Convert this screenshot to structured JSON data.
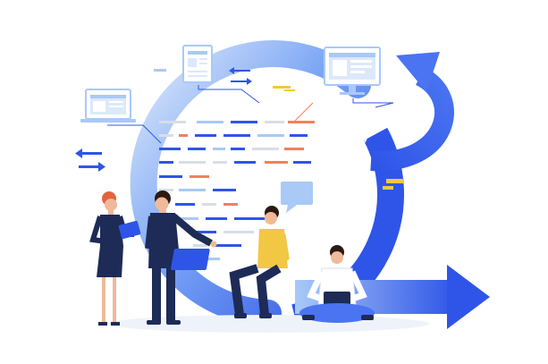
{
  "scene": {
    "palette": {
      "blue_dark": "#2f55e8",
      "blue_mid": "#4a74f2",
      "blue_light": "#a9c9f7",
      "blue_pale": "#dce9fb",
      "orange": "#f2805a",
      "yellow": "#f2c744",
      "gray": "#d9dde5",
      "navy": "#1d2b56",
      "skin": "#f0b99a",
      "hair_dark": "#2b1a12",
      "hair_red": "#e4633c"
    },
    "icons": [
      "laptop-icon-left",
      "document-icon-top",
      "monitor-icon-right",
      "lightbulb-icon",
      "chat-bubble-icon",
      "swap-arrows-icon"
    ],
    "people": [
      "woman-with-tablet",
      "man-in-suit-pointing",
      "man-with-laptop-sitting",
      "man-cross-legged-with-laptop"
    ]
  }
}
